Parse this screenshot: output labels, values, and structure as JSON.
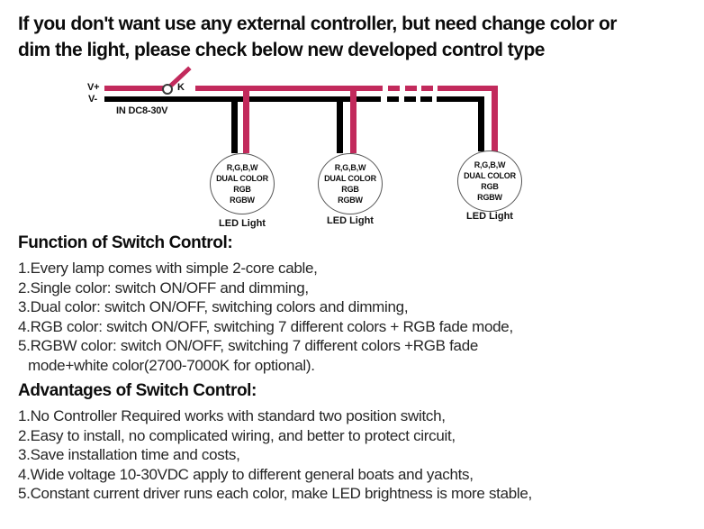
{
  "title": {
    "line1": "If you don't want use any external controller, but need change color or",
    "line2": "dim the light, please check below new developed control type"
  },
  "diagram": {
    "v_plus_label": "V+",
    "v_minus_label": "V-",
    "input_label": "IN DC8-30V",
    "switch_label": "K",
    "colors": {
      "positive_wire": "#c22a5c",
      "negative_wire": "#000000"
    },
    "lights": [
      {
        "lines": [
          "R,G,B,W",
          "DUAL COLOR",
          "RGB",
          "RGBW"
        ],
        "caption": "LED Light"
      },
      {
        "lines": [
          "R,G,B,W",
          "DUAL COLOR",
          "RGB",
          "RGBW"
        ],
        "caption": "LED Light"
      },
      {
        "lines": [
          "R,G,B,W",
          "DUAL COLOR",
          "RGB",
          "RGBW"
        ],
        "caption": "LED Light"
      }
    ]
  },
  "function_section": {
    "heading": "Function of Switch Control:",
    "items": [
      "1.Every lamp comes with simple 2-core cable,",
      "2.Single color: switch ON/OFF and dimming,",
      "3.Dual color: switch ON/OFF, switching colors and dimming,",
      "4.RGB color: switch ON/OFF, switching 7 different colors + RGB fade mode,",
      "5.RGBW color: switch ON/OFF, switching 7 different colors +RGB fade",
      "mode+white color(2700-7000K for optional)."
    ]
  },
  "advantages_section": {
    "heading": "Advantages of Switch Control:",
    "items": [
      "1.No Controller Required works with standard two position switch,",
      "2.Easy to install, no complicated wiring, and better to protect circuit,",
      "3.Save installation time and costs,",
      "4.Wide voltage 10-30VDC apply to different general boats and yachts,",
      "5.Constant current driver runs each color, make LED brightness is more stable,"
    ]
  }
}
